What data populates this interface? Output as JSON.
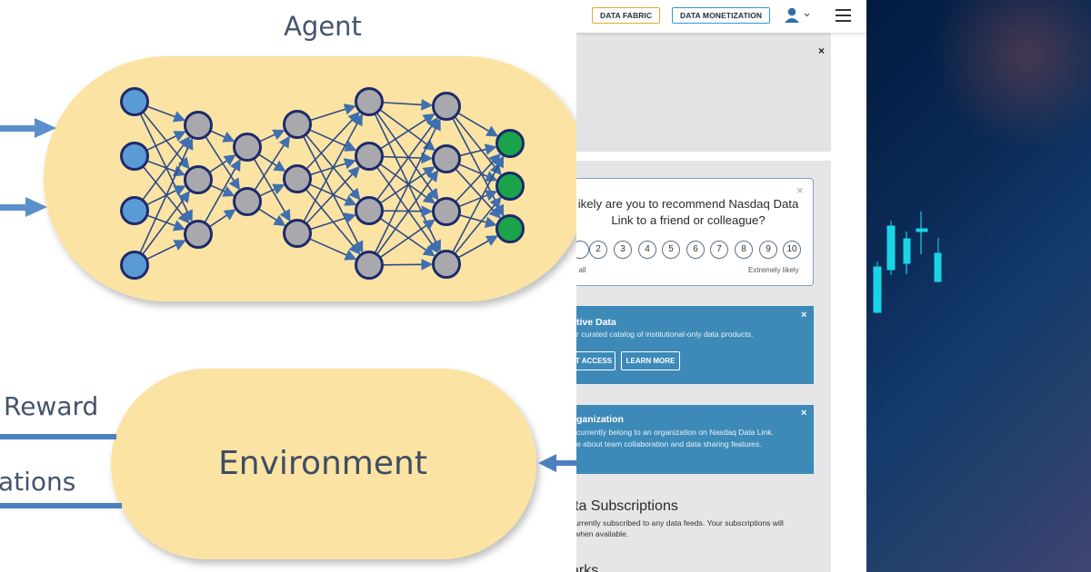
{
  "diagram": {
    "agent_label": "Agent",
    "environment_label": "Environment",
    "reward_label": "Reward",
    "observations_label": "ations",
    "colors": {
      "pill_fill": "#fbe3a3",
      "node_input": "#5b9bd5",
      "node_hidden": "#a9a9ad",
      "node_output": "#1aa34a",
      "arrow": "#5b8fc9",
      "edge": "#2e4b86"
    }
  },
  "topbar": {
    "data_fabric": "DATA FABRIC",
    "data_monetization": "DATA MONETIZATION",
    "user_icon": "user-icon",
    "menu_icon": "hamburger-menu-icon"
  },
  "nps": {
    "question": "ikely are you to recommend Nasdaq Data Link to a friend or colleague?",
    "scale": [
      "2",
      "3",
      "4",
      "5",
      "6",
      "7",
      "8",
      "9",
      "10"
    ],
    "low_label": "t all",
    "high_label": "Extremely likely",
    "close": "×"
  },
  "exclusive_card": {
    "title": "tive Data",
    "text": "r curated catalog of institutional-only data products.",
    "access_button": "T ACCESS",
    "learn_button": "LEARN MORE",
    "close": "×"
  },
  "org_card": {
    "title": "ganization",
    "line1": "currently belong to an organization on Nasdaq Data Link.",
    "line2": "e about team collaboration and data sharing features.",
    "close": "×"
  },
  "subscriptions": {
    "title": "ta Subscriptions",
    "line1": "urrently subscribed to any data feeds. Your subscriptions will",
    "line2": "when available."
  },
  "next_heading": "arks",
  "banner_close": "×",
  "colors": {
    "card_blue": "#3d8ab8",
    "pill_gold": "#e1a82b",
    "pill_blue": "#2e9ad0",
    "candle": "#19d4e6"
  }
}
